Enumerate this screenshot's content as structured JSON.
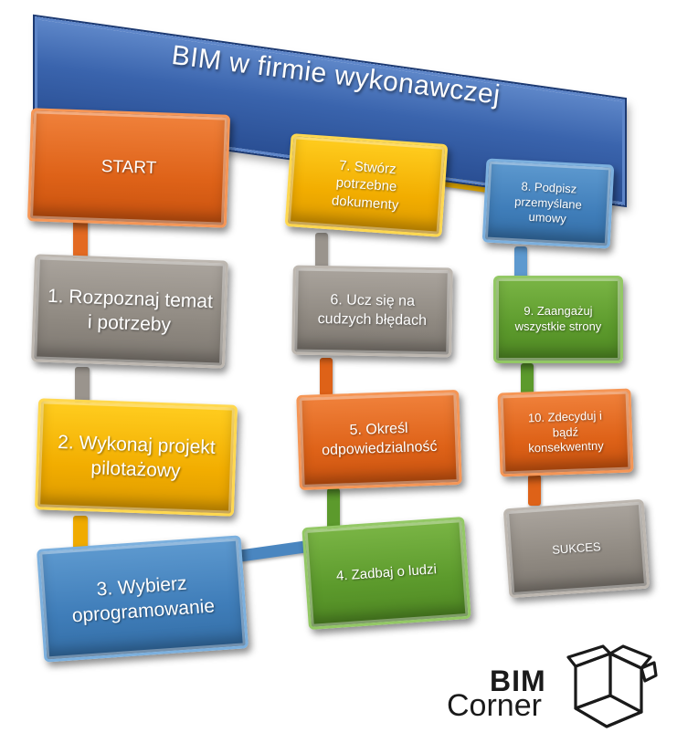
{
  "title": "BIM w firmie wykonawczej",
  "steps": {
    "start": "START",
    "s1": "1. Rozpoznaj temat i potrzeby",
    "s2": "2. Wykonaj projekt pilotażowy",
    "s3": "3. Wybierz oprogramowanie",
    "s4": "4. Zadbaj o ludzi",
    "s5": "5. Określ odpowiedzialność",
    "s6": "6. Ucz się na cudzych błędach",
    "s7": "7. Stwórz potrzebne dokumenty",
    "s8": "8. Podpisz przemyślane umowy",
    "s9": "9. Zaangażuj wszystkie strony",
    "s10": "10. Zdecyduj i bądź konsekwentny",
    "end": "SUKCES"
  },
  "logo": {
    "line1": "BIM",
    "line2": "Corner"
  },
  "colors": {
    "orange": "#de6218",
    "gray": "#8f8981",
    "yellow": "#f2ad00",
    "blue": "#3f7db9",
    "green": "#5c9a2c",
    "banner": "#3a64ad"
  }
}
